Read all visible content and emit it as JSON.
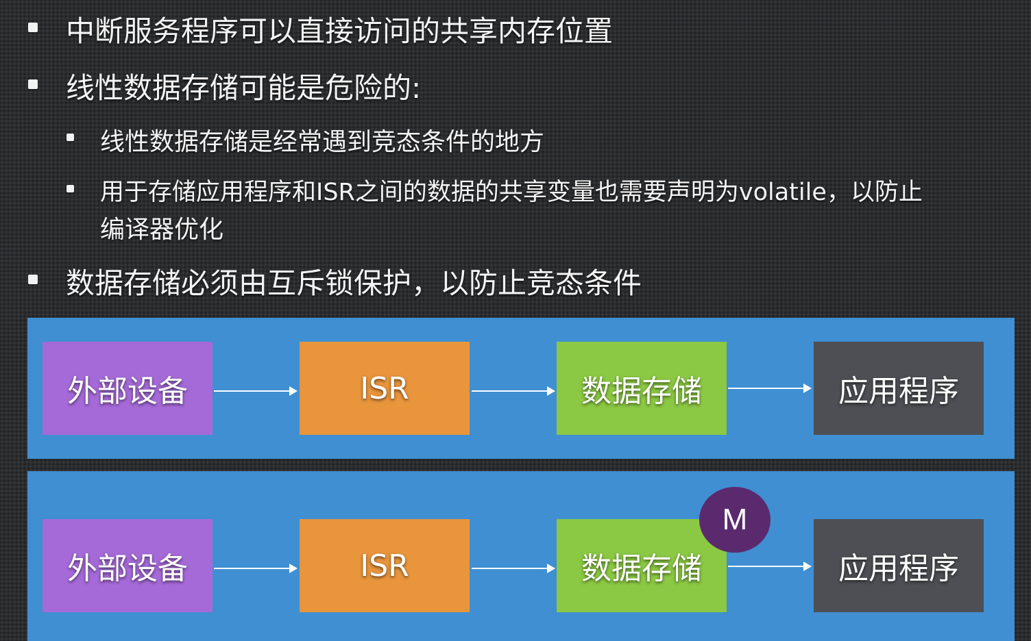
{
  "bullets": [
    {
      "level": 1,
      "text": "中断服务程序可以直接访问的共享内存位置"
    },
    {
      "level": 1,
      "text": "线性数据存储可能是危险的:"
    },
    {
      "level": 2,
      "text": "线性数据存储是经常遇到竞态条件的地方"
    },
    {
      "level": 2,
      "text": "用于存储应用程序和ISR之间的数据的共享变量也需要声明为volatile，以防止"
    },
    {
      "level": 2,
      "text": "编译器优化"
    },
    {
      "level": 1,
      "text": "数据存储必须由互斥锁保护，以防止竞态条件"
    }
  ],
  "diagram1": {
    "boxes": [
      "外部设备",
      "ISR",
      "数据存储",
      "应用程序"
    ]
  },
  "diagram2": {
    "boxes": [
      "外部设备",
      "ISR",
      "数据存储",
      "应用程序"
    ],
    "mutex_label": "M"
  },
  "colors": {
    "panel": "#3f8fd2",
    "device": "#a56ad8",
    "isr": "#e8953c",
    "store": "#8bc843",
    "app": "#4d4f54",
    "mutex": "#5b2a6e"
  }
}
